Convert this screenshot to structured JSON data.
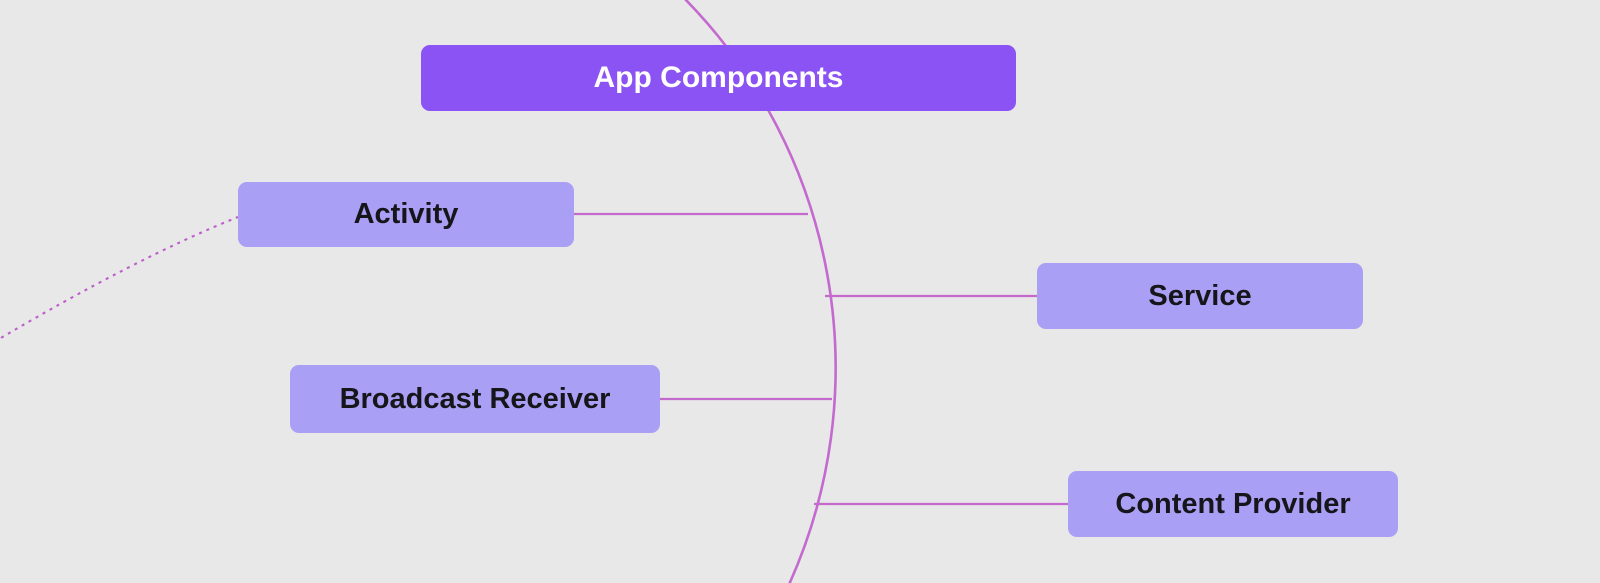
{
  "colors": {
    "background": "#e8e8e8",
    "root_fill": "#8b52f4",
    "root_text": "#ffffff",
    "child_fill": "#a99ff5",
    "child_text": "#15151a",
    "connector": "#c46ace",
    "dotted_connector": "#bd5fca"
  },
  "mindmap": {
    "root": {
      "label": "App Components"
    },
    "children": [
      {
        "label": "Activity"
      },
      {
        "label": "Service"
      },
      {
        "label": "Broadcast Receiver"
      },
      {
        "label": "Content Provider"
      }
    ]
  }
}
